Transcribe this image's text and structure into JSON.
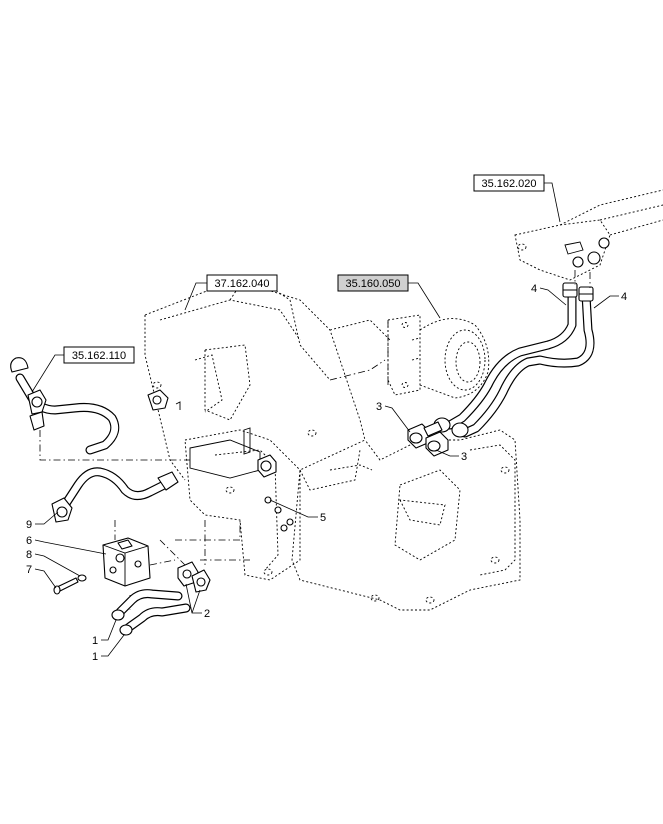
{
  "references": {
    "r1": "35.162.020",
    "r2": "37.162.040",
    "r3": "35.160.050",
    "r4": "35.162.110"
  },
  "callouts": {
    "c1a": "1",
    "c1b": "1",
    "c2": "2",
    "c3a": "3",
    "c3b": "3",
    "c4a": "4",
    "c4b": "4",
    "c5": "5",
    "c6": "6",
    "c7": "7",
    "c8": "8",
    "c9": "9"
  }
}
